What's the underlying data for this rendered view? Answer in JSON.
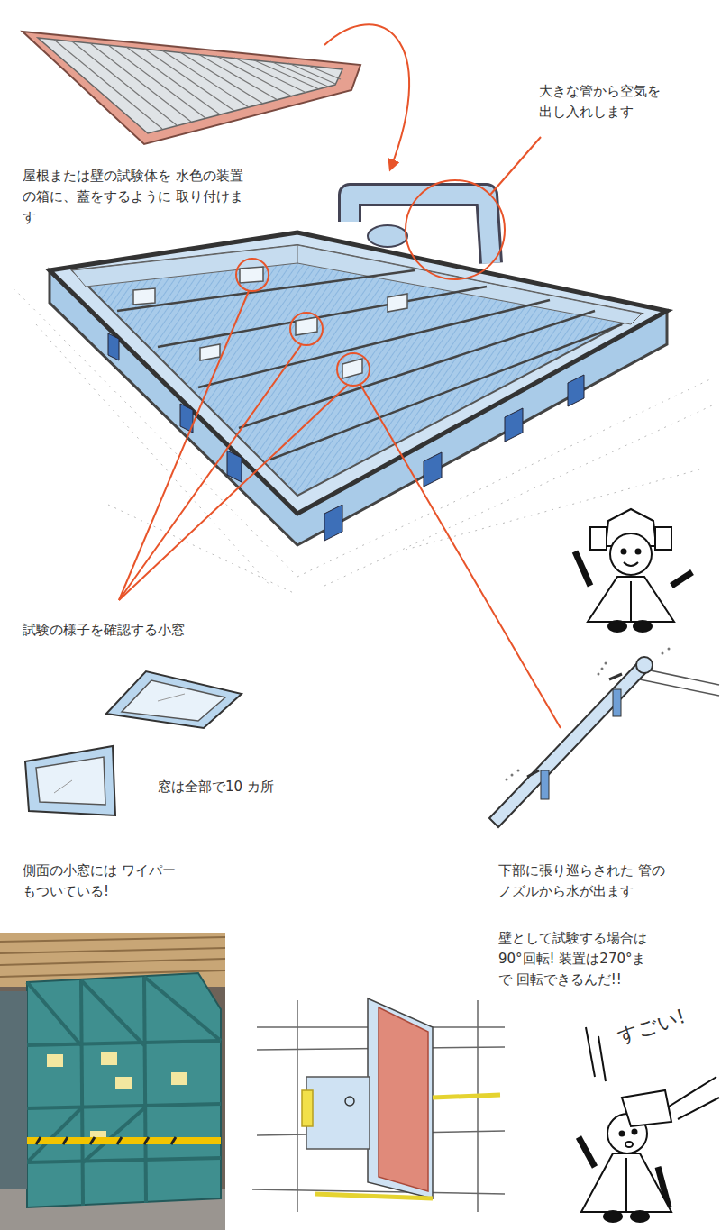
{
  "diagram": {
    "labels": [
      "屋根または壁の試験体を 水色の装置の箱に、蓋をするように 取り付けます",
      "大きな管から空気を 出し入れします",
      "試験の様子を確認する小窓",
      "窓は全部で10 カ所",
      "側面の小窓には ワイパーもついている!",
      "下部に張り巡らされた 管のノズルから水が出ます",
      "壁として試験する場合は 90°回転! 装置は270°まで 回転できるんだ!!",
      "すごい!"
    ]
  }
}
